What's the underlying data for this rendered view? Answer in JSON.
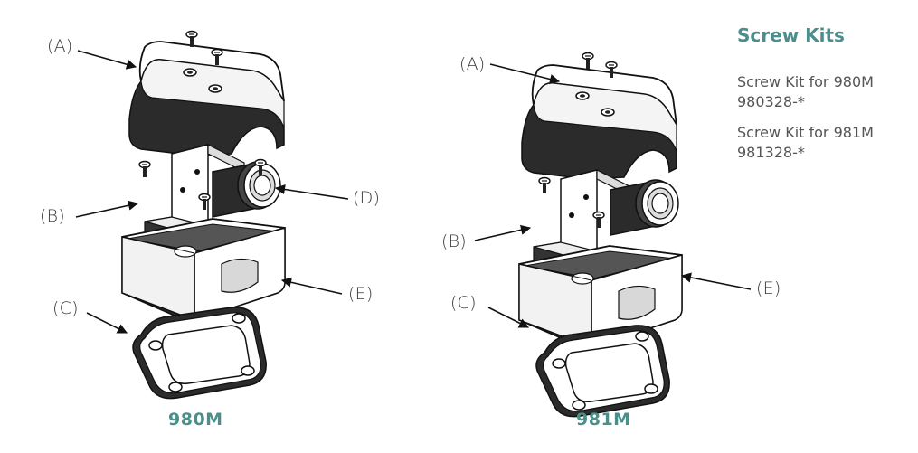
{
  "screw_kits": {
    "title": "Screw Kits",
    "items": [
      {
        "label": "Screw Kit for 980M",
        "part": "980328-*"
      },
      {
        "label": "Screw Kit for 981M",
        "part": "981328-*"
      }
    ]
  },
  "diagrams": [
    {
      "model": "980M",
      "callouts": {
        "a": "(A)",
        "b": "(B)",
        "c": "(C)",
        "d": "(D)",
        "e": "(E)"
      }
    },
    {
      "model": "981M",
      "callouts": {
        "a": "(A)",
        "b": "(B)",
        "c": "(C)",
        "e": "(E)"
      }
    }
  ],
  "colors": {
    "accent": "#4a8f8b",
    "ink": "#1a1a1a",
    "text": "#555555"
  }
}
